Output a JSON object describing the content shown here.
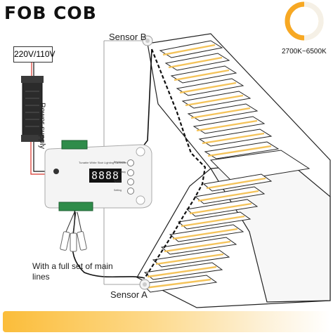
{
  "brand": {
    "logo_text": "FOB COB"
  },
  "power": {
    "voltage_label": "220V/110V",
    "psu_label": "Power supply"
  },
  "color_temp": {
    "label": "2700K~6500K",
    "warm": "#f7a823",
    "cool": "#ffffff"
  },
  "sensors": {
    "top": "Sensor B",
    "bottom": "Sensor A"
  },
  "controller": {
    "title": "Tunable White Stair Lighting Controller",
    "display": "8888",
    "buttons": [
      "Brightness",
      "Time delay",
      "Speed",
      "Setting"
    ]
  },
  "cables": {
    "caption": "With a full set of main lines"
  },
  "colors": {
    "strip": "#f4c35a",
    "wire": "#111111",
    "accent_red": "#d8342a"
  }
}
